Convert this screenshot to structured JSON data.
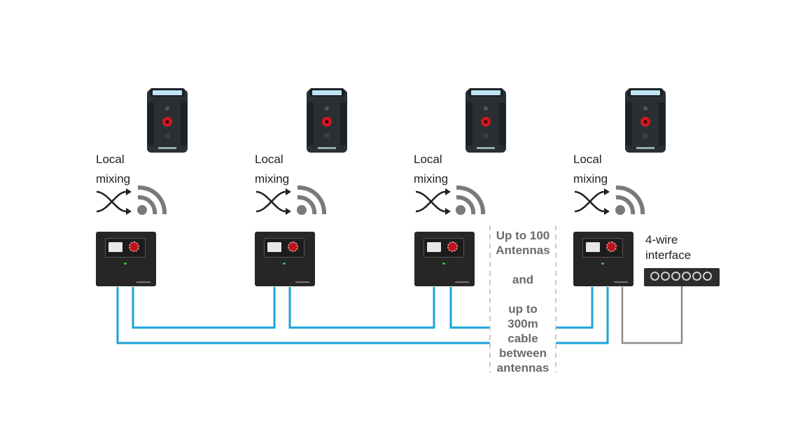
{
  "stations": [
    {
      "label_line1": "Local",
      "label_line2": "mixing"
    },
    {
      "label_line1": "Local",
      "label_line2": "mixing"
    },
    {
      "label_line1": "Local",
      "label_line2": "mixing"
    },
    {
      "label_line1": "Local",
      "label_line2": "mixing"
    }
  ],
  "middle_note": {
    "line1": "Up to 100",
    "line2": "Antennas",
    "line3": "and",
    "line4": "up to",
    "line5": "300m",
    "line6": "cable",
    "line7": "between",
    "line8": "antennas"
  },
  "interface": {
    "line1": "4-wire",
    "line2": "interface"
  },
  "colors": {
    "cable_primary": "#1aa3d9",
    "cable_interface": "#8a8a8a",
    "device_body": "#262626",
    "knob": "#c0121b"
  },
  "icons": [
    "beltpack-icon",
    "local-mixing-icon",
    "wireless-signal-icon",
    "antenna-device-icon",
    "four-wire-interface-icon"
  ]
}
